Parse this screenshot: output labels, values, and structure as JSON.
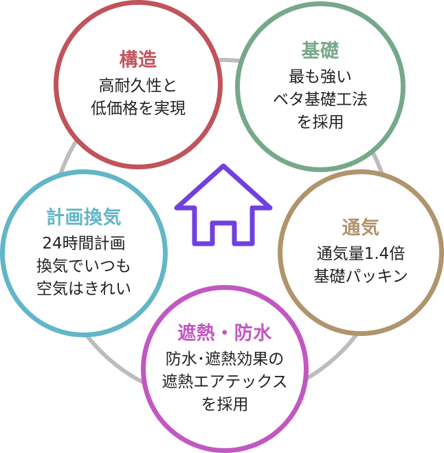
{
  "colors": {
    "connector": "#bdbdbd",
    "house_outline": "#7040e0"
  },
  "house_icon": "house-icon",
  "cards": [
    {
      "id": "structure",
      "title": "構造",
      "lines": [
        "高耐久性と",
        "低価格を実現"
      ],
      "color": "#c0545b"
    },
    {
      "id": "foundation",
      "title": "基礎",
      "lines": [
        "最も強い",
        "ベタ基礎工法",
        "を採用"
      ],
      "color": "#76a88a"
    },
    {
      "id": "ventilation",
      "title": "通気",
      "lines": [
        "通気量1.4倍",
        "基礎パッキン"
      ],
      "color": "#b0946e"
    },
    {
      "id": "insulation",
      "title": "遮熱・防水",
      "lines": [
        "防水･遮熱効果の",
        "遮熱エアテックス",
        "を採用"
      ],
      "color": "#c257c2"
    },
    {
      "id": "airflow",
      "title": "計画換気",
      "lines": [
        "24時間計画",
        "換気でいつも",
        "空気はきれい"
      ],
      "color": "#62b6c8"
    }
  ]
}
